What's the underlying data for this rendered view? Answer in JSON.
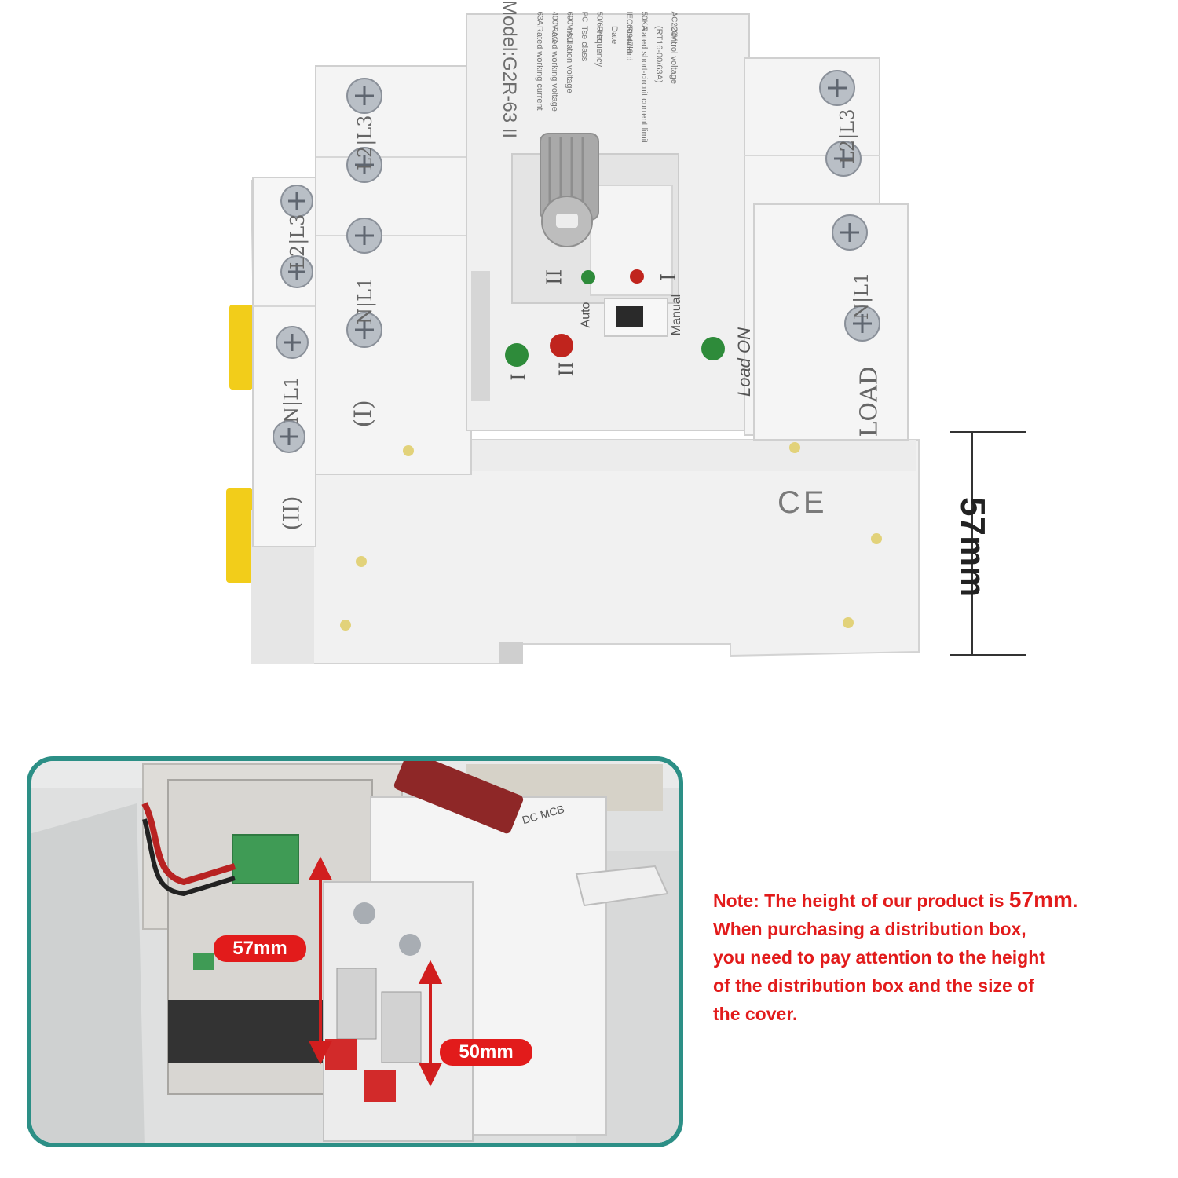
{
  "product": {
    "model": "Model:G2R-63 II",
    "spec_labels": [
      "Rated working current",
      "Rated working voltage",
      "Insulation voltage",
      "Tse class",
      "Frequency",
      "Date",
      "Standard",
      "Rated short-circuit current limit",
      "(RT16-00/63A)",
      "Control voltage"
    ],
    "spec_values": [
      "63A",
      "400V AC",
      "690V AC",
      "PC",
      "50/60Hz",
      "",
      "IEC60947-6",
      "50KA",
      "",
      "AC220V"
    ],
    "terminals": {
      "source2_top": "L2|L3",
      "source2_bottom": "N|L1",
      "source2_tag": "(II)",
      "source1_top": "L2|L3",
      "source1_bottom": "N|L1",
      "source1_tag": "(I)",
      "load_top": "L2|L3",
      "load_bottom": "N|L1",
      "load_tag": "LOAD"
    },
    "indicators": {
      "switch_ii": "II",
      "switch_i": "I",
      "auto": "Auto",
      "manual": "Manual",
      "source_i": "I",
      "source_ii": "II",
      "load_on": "Load ON"
    },
    "ce_mark": "CE",
    "colors": {
      "body": "#f2f2f2",
      "shade": "#dedede",
      "yellow": "#f2cd1a",
      "green_led": "#2e8b3a",
      "red_led": "#c0241d"
    }
  },
  "dimension_top": "57mm",
  "photo": {
    "label_57": "57mm",
    "label_50": "50mm",
    "mcb_text": "DC MCB",
    "frame_color": "#2c8f86",
    "tag_color": "#e21b1b"
  },
  "note": {
    "prefix": "Note: The height of our product is ",
    "height_value": "57mm",
    "suffix": ".",
    "line2": "When purchasing a distribution box,",
    "line3": "you need to pay attention to the height",
    "line4": "of the distribution box and the size of",
    "line5": "the cover."
  }
}
